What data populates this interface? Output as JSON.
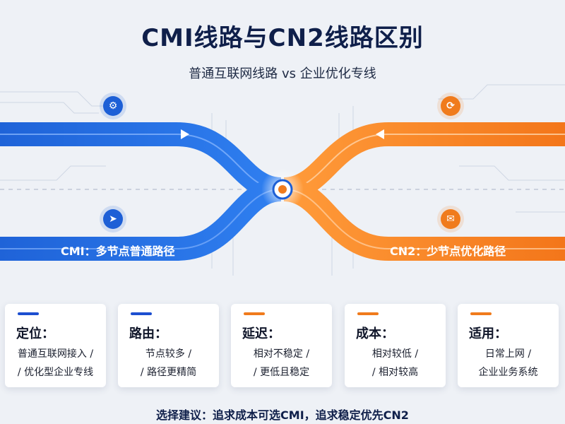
{
  "title": "CMI线路与CN2线路区别",
  "subtitle": "普通互联网线路 vs 企业优化专线",
  "routes": {
    "cmi_label": "CMI：多节点普通路径",
    "cn2_label": "CN2：少节点优化路径"
  },
  "icons": {
    "top_left": "gear-icon",
    "bottom_left": "send-icon",
    "top_right": "gear-refresh-icon",
    "bottom_right": "mail-icon",
    "center": "junction-node-icon"
  },
  "colors": {
    "cmi": "#1d5fd6",
    "cn2": "#f07b1c",
    "title": "#0f1f4a"
  },
  "cards": [
    {
      "title": "定位：",
      "line1": "普通互联网接入 /",
      "line2": "/ 优化型企业专线",
      "accent": "blue"
    },
    {
      "title": "路由：",
      "line1": "节点较多 /",
      "line2": "/ 路径更精简",
      "accent": "blue"
    },
    {
      "title": "延迟：",
      "line1": "相对不稳定 /",
      "line2": "/ 更低且稳定",
      "accent": "orange"
    },
    {
      "title": "成本：",
      "line1": "相对较低 /",
      "line2": "/ 相对较高",
      "accent": "orange"
    },
    {
      "title": "适用：",
      "line1": "日常上网 /",
      "line2": "企业业务系统",
      "accent": "orange"
    }
  ],
  "footer": "选择建议：追求成本可选CMI，追求稳定优先CN2"
}
